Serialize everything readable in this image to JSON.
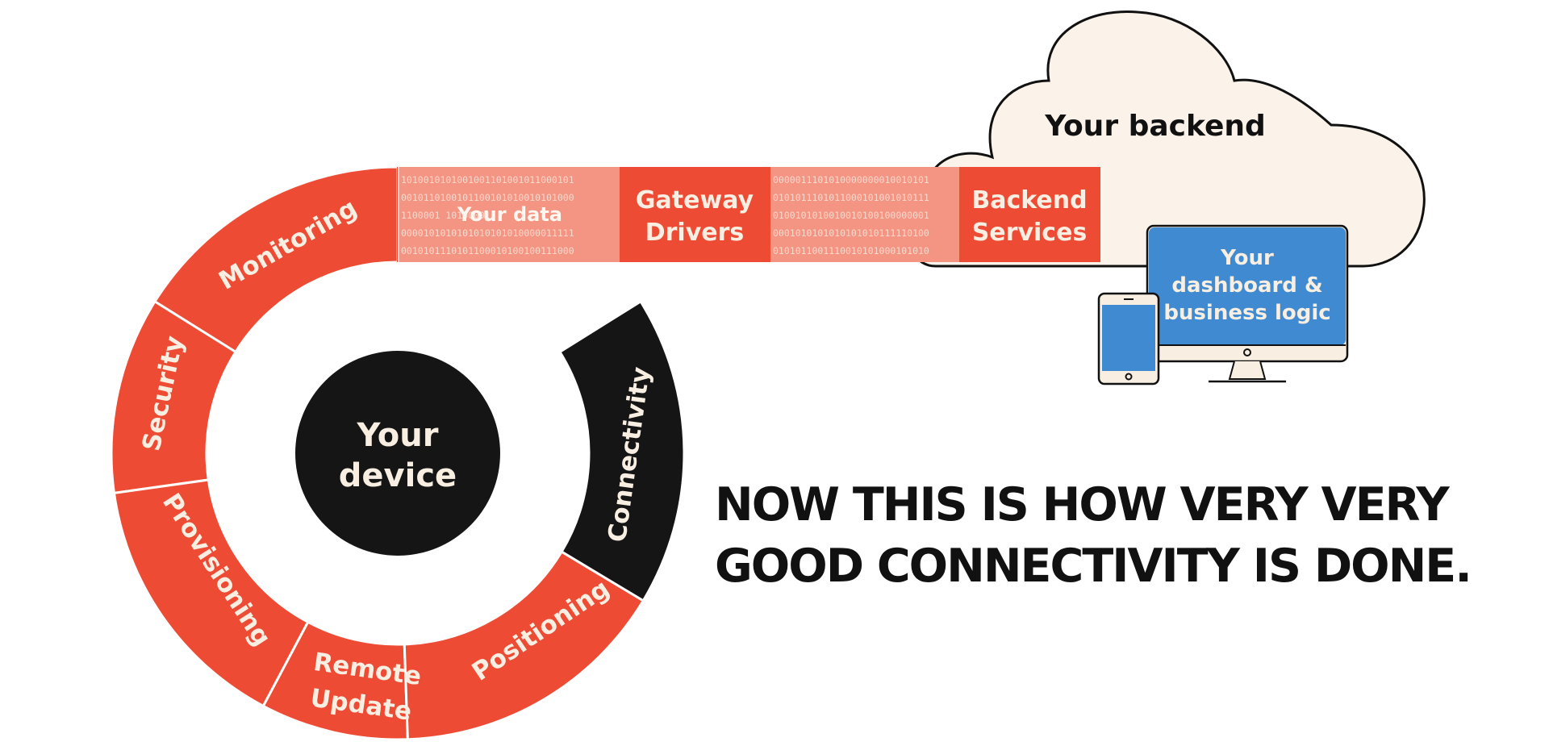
{
  "colors": {
    "accent_red": "#ee4b35",
    "data_band": "#f49584",
    "dark": "#151515",
    "cream": "#f8eee1",
    "cloud_fill": "#fbf3e9",
    "screen_blue": "#3f8ad0"
  },
  "ring": {
    "segments": [
      {
        "label": "Monitoring"
      },
      {
        "label": "Security"
      },
      {
        "label": "Provisioning"
      },
      {
        "label": "Remote"
      },
      {
        "label": "Update"
      },
      {
        "label": "Positioning"
      },
      {
        "label": "Connectivity"
      }
    ]
  },
  "device": {
    "line1": "Your",
    "line2": "device"
  },
  "data_flow": {
    "data_label": "Your data",
    "gateway_line1": "Gateway",
    "gateway_line2": "Drivers",
    "backend_line1": "Backend",
    "backend_line2": "Services",
    "binary_rows_left": [
      "1010010101001001101001011000101",
      "0010110100101100101010010101000",
      "1100001                 10100001",
      "0000101010101010101010000011111",
      "0010101110101100010100100111000"
    ],
    "binary_rows_right": [
      "0000011101010000000010010101",
      "0101011101011000101001010111",
      "0100101010010010100100000001",
      "0001010101010101010111110100",
      "0101011001110010101000101010"
    ]
  },
  "cloud": {
    "title": "Your backend"
  },
  "dashboard": {
    "line1": "Your",
    "line2": "dashboard &",
    "line3": "business logic",
    "icons": [
      "monitor-icon",
      "tablet-icon"
    ]
  },
  "headline": {
    "line1": "NOW THIS IS HOW VERY VERY",
    "line2": "GOOD CONNECTIVITY IS DONE."
  }
}
